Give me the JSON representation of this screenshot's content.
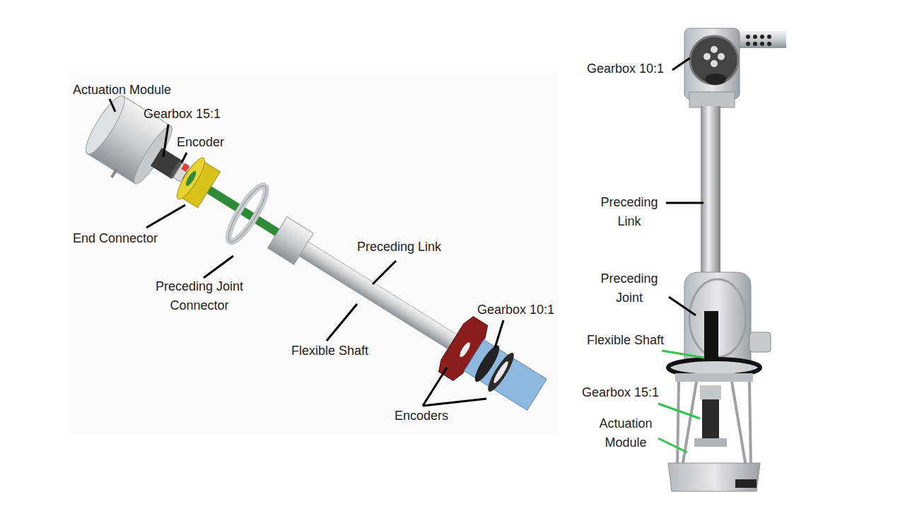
{
  "diagram": {
    "labels": [
      "Actuation Module",
      "Gearbox 15:1",
      "Encoder",
      "End Connector",
      "Preceding Joint Connector",
      "Preceding Link",
      "Flexible Shaft",
      "Gearbox 10:1",
      "Encoders",
      "Gearbox 10:1",
      "Preceding Link",
      "Preceding Joint",
      "Flexible Shaft",
      "Gearbox 15:1",
      "Actuation Module"
    ]
  }
}
